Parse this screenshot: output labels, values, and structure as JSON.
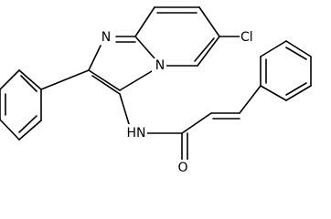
{
  "molecule": {
    "atoms": {
      "N_ring": "N",
      "N_bridge": "N",
      "N_amide": "HN",
      "O_carbonyl": "O",
      "Cl": "Cl"
    }
  }
}
